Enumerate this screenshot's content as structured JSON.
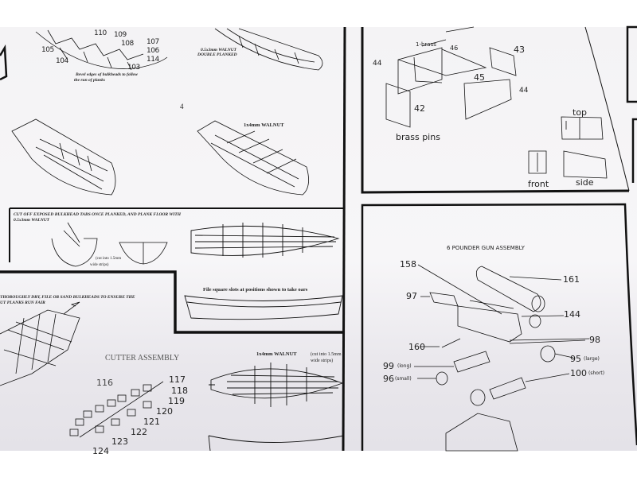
{
  "sheet": {
    "page_number": "4",
    "bulkhead_labels": [
      "110",
      "109",
      "108",
      "107",
      "106",
      "114",
      "103",
      "105",
      "104"
    ],
    "bevel_note_line1": "Bevel edges of bulkheads to follow",
    "bevel_note_line2": "the run of planks",
    "walnut_double_line1": "0.5x3mm WALNUT",
    "walnut_double_line2": "DOUBLE PLANKED",
    "walnut_1x4_top": "1x4mm WALNUT",
    "cut_off_note_line1": "CUT OFF EXPOSED BULKHEAD TABS ONCE PLANKED, AND PLANK FLOOR WITH",
    "cut_off_note_line2": "0.5x3mm WALNUT",
    "cut_strips_small_line1": "(cut into 1.5mm",
    "cut_strips_small_line2": "wide strips)",
    "file_slots_note": "File square slots at positions shown to take oars",
    "dry_note_line1": "THOROUGHLY DRY, FILE OR SAND BULKHEADS TO ENSURE THE",
    "dry_note_line2": "UT PLANKS RUN FAIR",
    "cutter_title": "CUTTER ASSEMBLY",
    "cutter_labels": [
      "116",
      "117",
      "118",
      "119",
      "120",
      "121",
      "122",
      "123",
      "124"
    ],
    "walnut_1x4_bottom": "1x4mm WALNUT",
    "cut_strips_bottom_line1": "(cut into 1.5mm",
    "cut_strips_bottom_line2": "wide strips)"
  },
  "box_assembly": {
    "brass_label": "1-brass",
    "part_46": "46",
    "part_43": "43",
    "part_44_left": "44",
    "part_45": "45",
    "part_44_right": "44",
    "part_42": "42",
    "brass_pins": "brass pins",
    "view_top": "top",
    "view_front": "front",
    "view_side": "side"
  },
  "gun_assembly": {
    "title": "6 POUNDER GUN ASSEMBLY",
    "part_158": "158",
    "part_161": "161",
    "part_97": "97",
    "part_144": "144",
    "part_160": "160",
    "part_98": "98",
    "part_99": "99",
    "part_99_note": "(long)",
    "part_96": "96",
    "part_96_note": "(small)",
    "part_95": "95",
    "part_95_note": "(large)",
    "part_100": "100",
    "part_100_note": "(short)"
  }
}
